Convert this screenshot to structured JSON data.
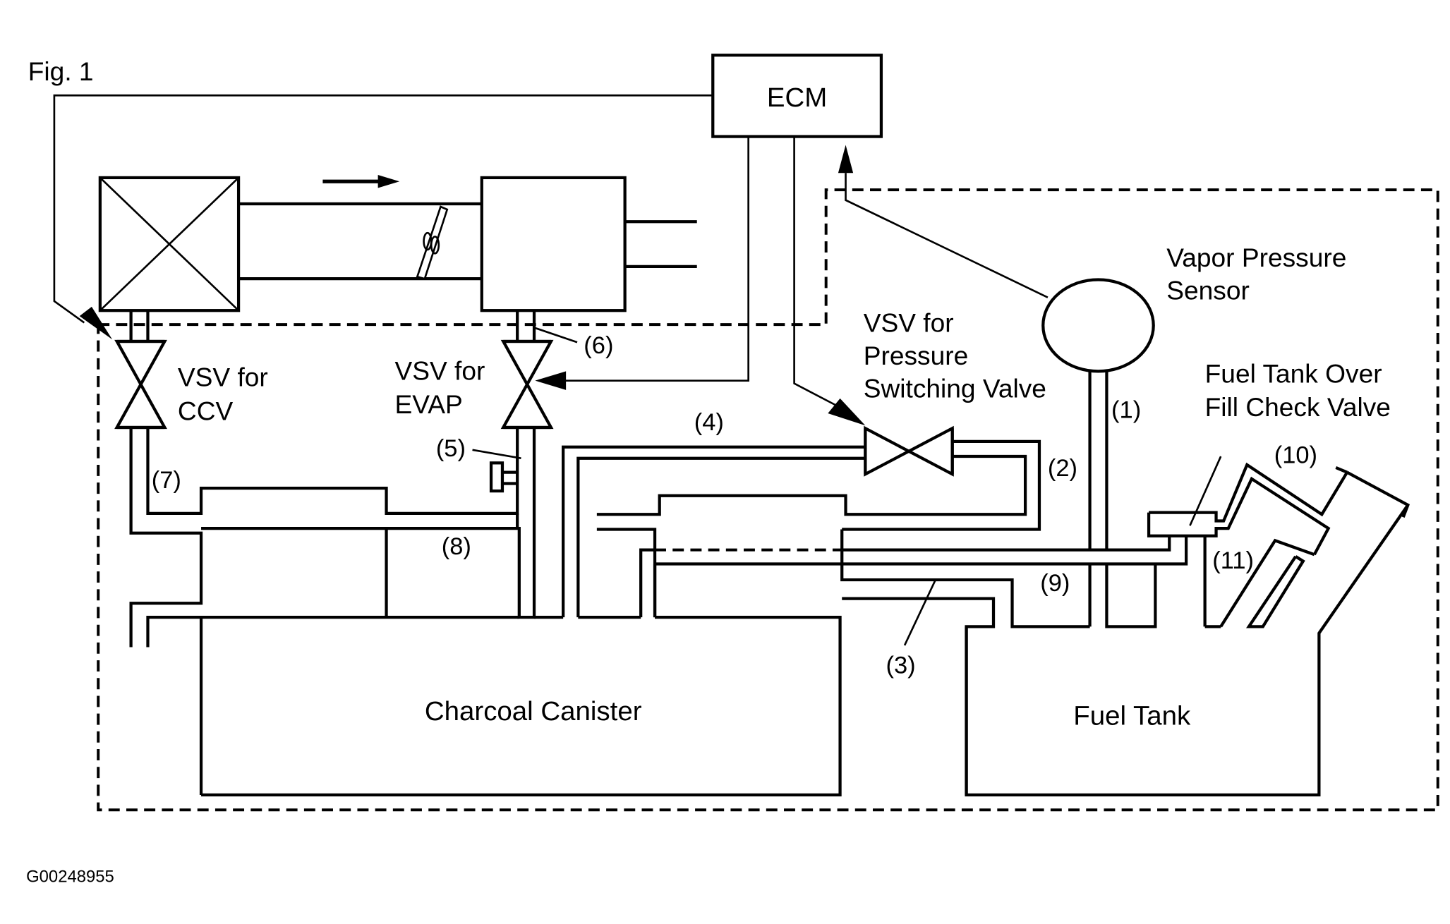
{
  "figure": {
    "title": "Fig. 1",
    "figure_id": "G00248955"
  },
  "components": {
    "ecm": "ECM",
    "charcoal_canister": "Charcoal Canister",
    "fuel_tank": "Fuel Tank",
    "vsv_ccv": [
      "VSV for",
      "CCV"
    ],
    "vsv_evap": [
      "VSV for",
      "EVAP"
    ],
    "vsv_pressure_switching": [
      "VSV for",
      "Pressure",
      "Switching Valve"
    ],
    "vapor_pressure_sensor": [
      "Vapor Pressure",
      "Sensor"
    ],
    "fuel_tank_over_fill_check_valve": [
      "Fuel Tank Over",
      "Fill Check Valve"
    ]
  },
  "callouts": [
    "(1)",
    "(2)",
    "(3)",
    "(4)",
    "(5)",
    "(6)",
    "(7)",
    "(8)",
    "(9)",
    "(10)",
    "(11)"
  ],
  "icons": {
    "air_cleaner": "x-box-icon",
    "throttle": "throttle-valve-icon",
    "flow_arrow": "arrow-right-icon"
  }
}
